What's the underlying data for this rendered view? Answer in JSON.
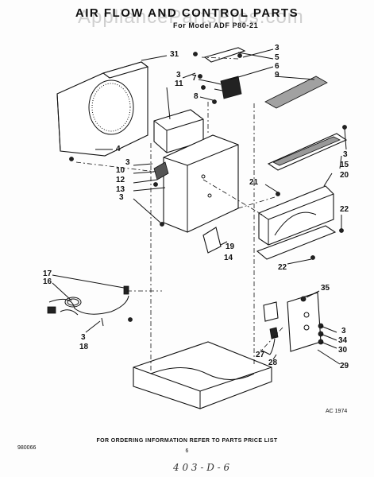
{
  "header": {
    "title": "AIR FLOW AND CONTROL PARTS",
    "subtitle": "For Model ADF P80-21",
    "watermark": "AppliancePartsPros.com"
  },
  "callouts": {
    "c31": "31",
    "c3a": "3",
    "c5": "5",
    "c6": "6",
    "c9": "9",
    "c3b": "3",
    "c11": "11",
    "c7": "7",
    "c8": "8",
    "c4": "4",
    "c3c": "3",
    "c10": "10",
    "c12": "12",
    "c13": "13",
    "c3d": "3",
    "c3e": "3",
    "c15": "15",
    "c20": "20",
    "c21": "21",
    "c22a": "22",
    "c19": "19",
    "c14": "14",
    "c22b": "22",
    "c17": "17",
    "c16": "16",
    "c3f": "3",
    "c18": "18",
    "c35": "35",
    "c3g": "3",
    "c34": "34",
    "c30": "30",
    "c27": "27",
    "c28": "28",
    "c29": "29"
  },
  "footer": {
    "art_code": "AC 1974",
    "doc_number": "980066",
    "ordering_note": "FOR ORDERING INFORMATION REFER TO PARTS PRICE LIST",
    "page_number": "6",
    "handwritten": "4 0 3 - D - 6"
  }
}
